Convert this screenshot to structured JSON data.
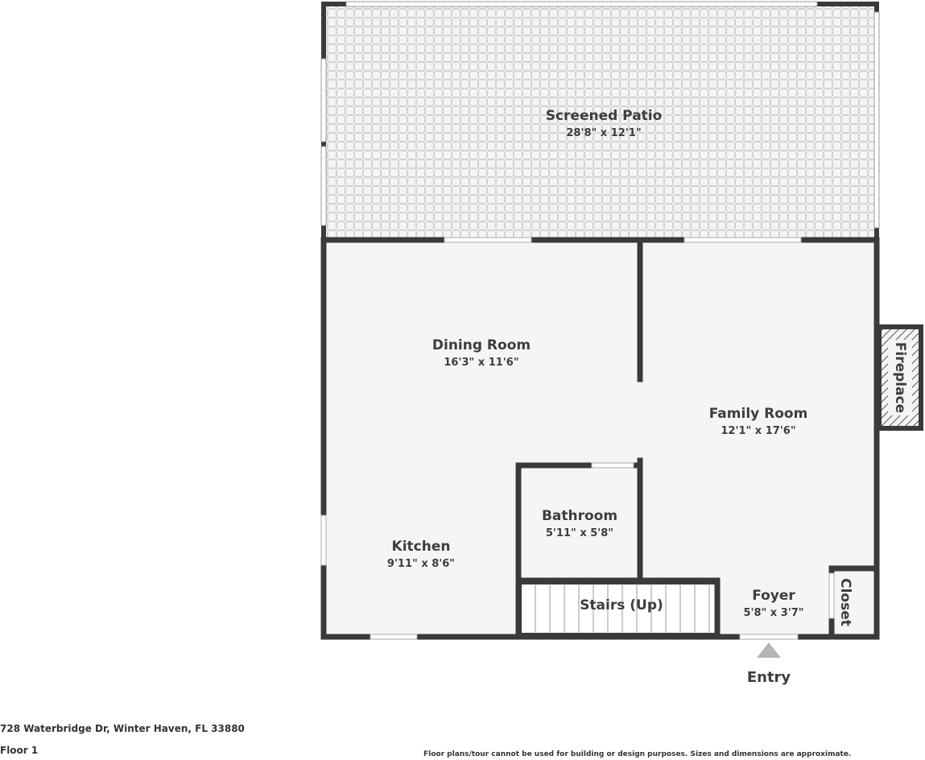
{
  "rooms": {
    "screened_patio": {
      "name": "Screened Patio",
      "dims": "28'8\" x 12'1\""
    },
    "dining_room": {
      "name": "Dining Room",
      "dims": "16'3\" x 11'6\""
    },
    "family_room": {
      "name": "Family Room",
      "dims": "12'1\" x 17'6\""
    },
    "bathroom": {
      "name": "Bathroom",
      "dims": "5'11\" x 5'8\""
    },
    "kitchen": {
      "name": "Kitchen",
      "dims": "9'11\" x 8'6\""
    },
    "stairs": {
      "name": "Stairs (Up)"
    },
    "foyer": {
      "name": "Foyer",
      "dims": "5'8\" x 3'7\""
    },
    "closet": {
      "name": "Closet"
    },
    "fireplace": {
      "name": "Fireplace"
    }
  },
  "entry": {
    "label": "Entry"
  },
  "footer": {
    "address": "728 Waterbridge Dr, Winter Haven, FL 33880",
    "floor": "Floor 1",
    "disclaimer": "Floor plans/tour cannot be used for building or design purposes. Sizes and dimensions are approximate."
  },
  "colors": {
    "wall": "#3a3a3a",
    "floor": "#f5f5f5",
    "patio_tile": "#cfcfcf",
    "entry_marker": "#b5b5b5"
  }
}
